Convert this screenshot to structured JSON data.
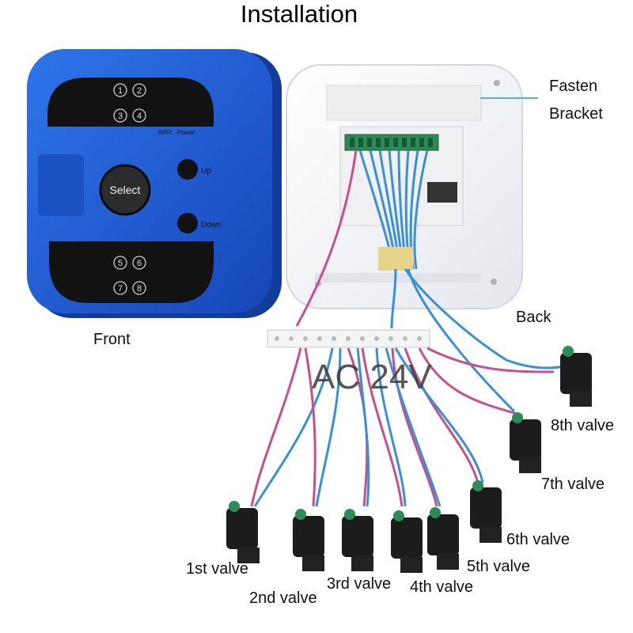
{
  "title": "Installation",
  "front": {
    "label": "Front",
    "zones_top": [
      "1",
      "2",
      "3",
      "4"
    ],
    "zones_bottom": [
      "5",
      "6",
      "7",
      "8"
    ],
    "indicator_wifi": "WIFI",
    "indicator_power": "Power",
    "select_label": "Select",
    "up_label": "Up",
    "down_label": "Down",
    "body_color": "#1f5fd6"
  },
  "back": {
    "label": "Back",
    "fasten_bracket_line1": "Fasten",
    "fasten_bracket_line2": "Bracket"
  },
  "power_label": "AC 24V",
  "valves": [
    "1st valve",
    "2nd valve",
    "3rd valve",
    "4th valve",
    "5th valve",
    "6th valve",
    "7th valve",
    "8th valve"
  ],
  "colors": {
    "wire_blue": "#3a8fd9",
    "wire_pink": "#c8508a",
    "valve_body": "#1c1c1c",
    "terminal_green": "#2e8b57"
  }
}
